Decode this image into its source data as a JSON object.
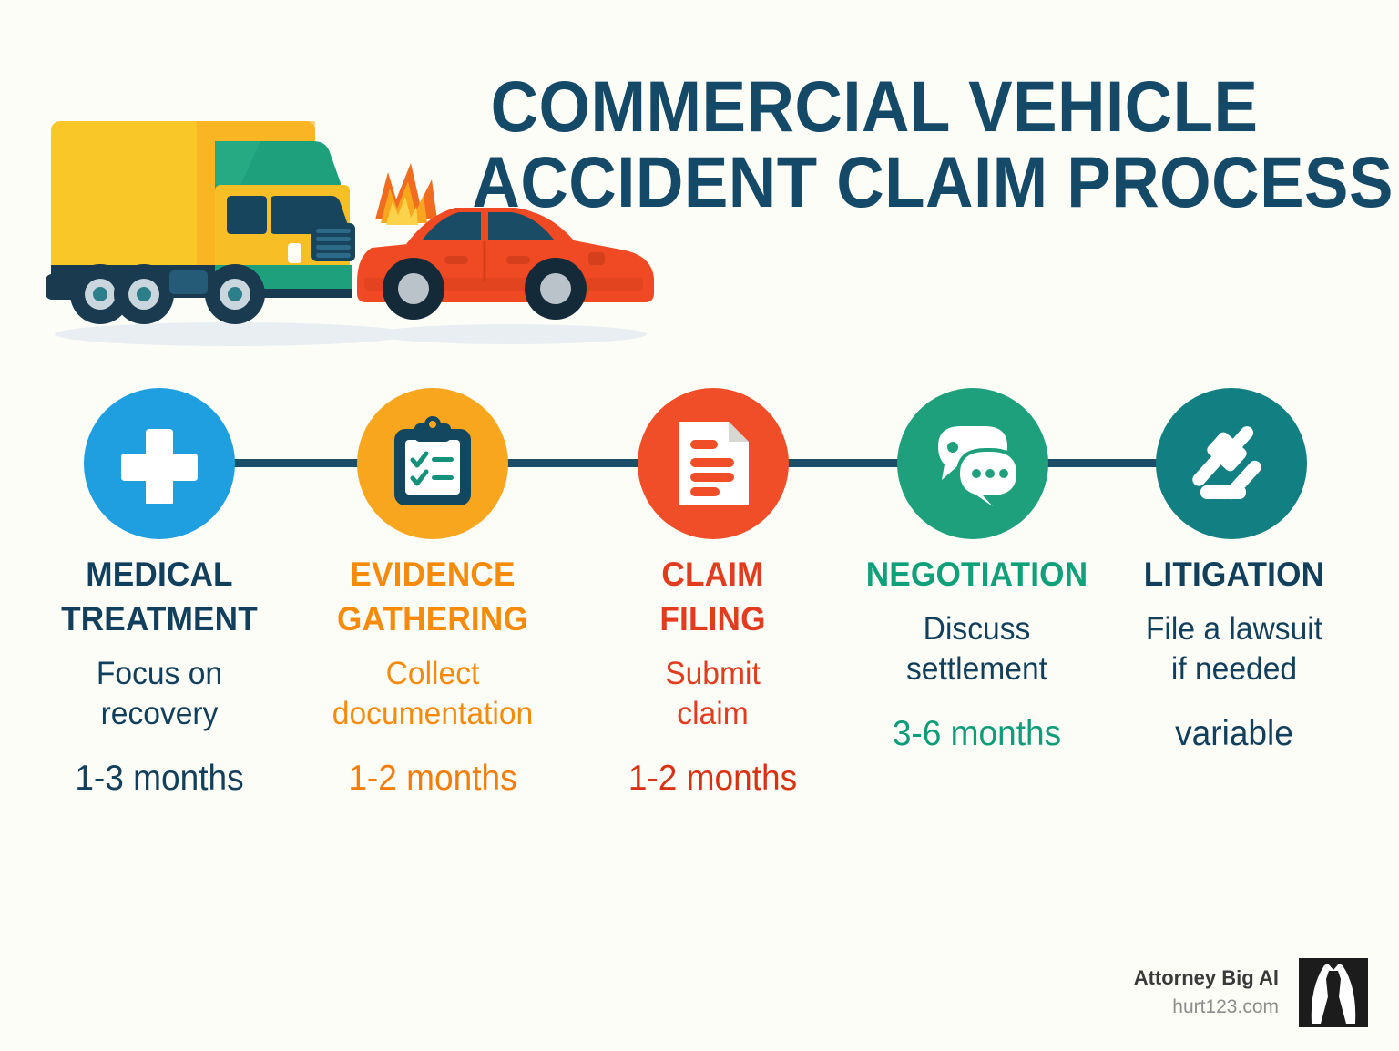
{
  "background_color": "#fdfdf8",
  "title": {
    "line1": "COMMERCIAL VEHICLE",
    "line2": "ACCIDENT CLAIM PROCESS",
    "color": "#144a68"
  },
  "illustration": {
    "name": "truck-car-collision-illustration",
    "truck_body_color": "#f9c828",
    "truck_cab_color": "#1fa07d",
    "car_color": "#ef4a23",
    "flame_color": "#f9a61f",
    "wheel_color": "#193a4f"
  },
  "connector_color": "#1b4e68",
  "steps": [
    {
      "id": "medical-treatment",
      "icon": "medical-cross-icon",
      "circle_color": "#1f9fe0",
      "title": "MEDICAL TREATMENT",
      "title_line1": "MEDICAL",
      "title_line2": "TREATMENT",
      "description_line1": "Focus on",
      "description_line2": "recovery",
      "duration": "1-3 months",
      "title_color": "#12405c",
      "duration_color": "#12405c"
    },
    {
      "id": "evidence-gathering",
      "icon": "clipboard-checklist-icon",
      "circle_color": "#f9a61f",
      "title": "EVIDENCE GATHERING",
      "title_line1": "EVIDENCE",
      "title_line2": "GATHERING",
      "description_line1": "Collect",
      "description_line2": "documentation",
      "duration": "1-2 months",
      "title_color": "#f58a0b",
      "duration_color": "#f47d0a"
    },
    {
      "id": "claim-filing",
      "icon": "document-icon",
      "circle_color": "#f04e28",
      "title": "CLAIM FILING",
      "title_line1": "CLAIM",
      "title_line2": "FILING",
      "description_line1": "Submit",
      "description_line2": "claim",
      "duration": "1-2 months",
      "title_color": "#e23b1d",
      "duration_color": "#d93213"
    },
    {
      "id": "negotiation",
      "icon": "speech-bubbles-icon",
      "circle_color": "#1fa07d",
      "title": "NEGOTIATION",
      "title_line1": "NEGOTIATION",
      "title_line2": "",
      "description_line1": "Discuss",
      "description_line2": "settlement",
      "duration": "3-6 months",
      "title_color": "#10a07a",
      "duration_color": "#0f9c78"
    },
    {
      "id": "litigation",
      "icon": "gavel-icon",
      "circle_color": "#127f82",
      "title": "LITIGATION",
      "title_line1": "LITIGATION",
      "title_line2": "",
      "description_line1": "File a lawsuit",
      "description_line2": "if needed",
      "duration": "variable",
      "title_color": "#12405c",
      "duration_color": "#12405c"
    }
  ],
  "footer": {
    "brand_name": "Attorney Big Al",
    "website": "hurt123.com",
    "logo": "suit-and-tie-logo"
  }
}
